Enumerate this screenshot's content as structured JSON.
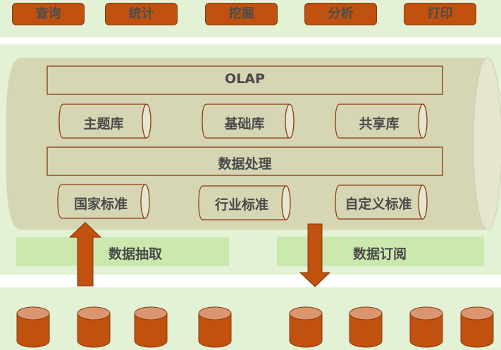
{
  "toolbar": {
    "buttons": [
      {
        "label": "查询"
      },
      {
        "label": "统计"
      },
      {
        "label": "挖掘"
      },
      {
        "label": "分析"
      },
      {
        "label": "打印"
      }
    ]
  },
  "warehouse": {
    "olap": "OLAP",
    "libraries": [
      {
        "label": "主题库"
      },
      {
        "label": "基础库"
      },
      {
        "label": "共享库"
      }
    ],
    "processing": "数据处理",
    "standards": [
      {
        "label": "国家标准"
      },
      {
        "label": "行业标准"
      },
      {
        "label": "自定义标准"
      }
    ]
  },
  "flows": {
    "extract": "数据抽取",
    "subscribe": "数据订阅"
  },
  "sources": {
    "count_left": 4,
    "count_right": 4
  },
  "colors": {
    "accent": "#c0510f",
    "accent_border": "#8a3a0c",
    "cylinder_top": "#d99670",
    "band": "#e3f1d5",
    "warehouse_body": "#d6d6b4",
    "warehouse_cap": "#e5e5d0",
    "flow_box": "#cbe8ae",
    "text": "#4a4a4a"
  }
}
